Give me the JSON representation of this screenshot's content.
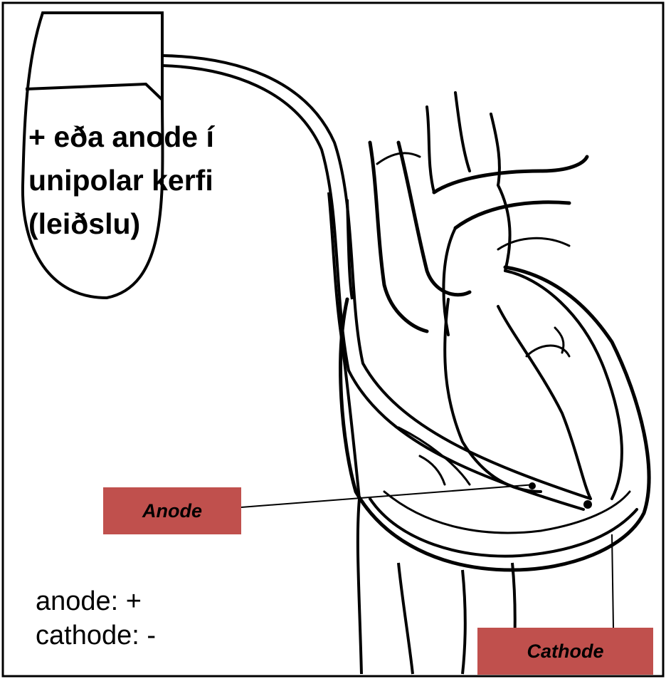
{
  "generator": {
    "label_lines": [
      "+ eða anode í",
      "unipolar kerfi",
      "(leiðslu)"
    ]
  },
  "legend": {
    "lines": [
      "anode: +",
      "cathode: -"
    ]
  },
  "callouts": {
    "anode": "Anode",
    "cathode": "Cathode"
  },
  "colors": {
    "callout_fill": "#c0504d",
    "ink": "#000000",
    "background": "#ffffff"
  }
}
